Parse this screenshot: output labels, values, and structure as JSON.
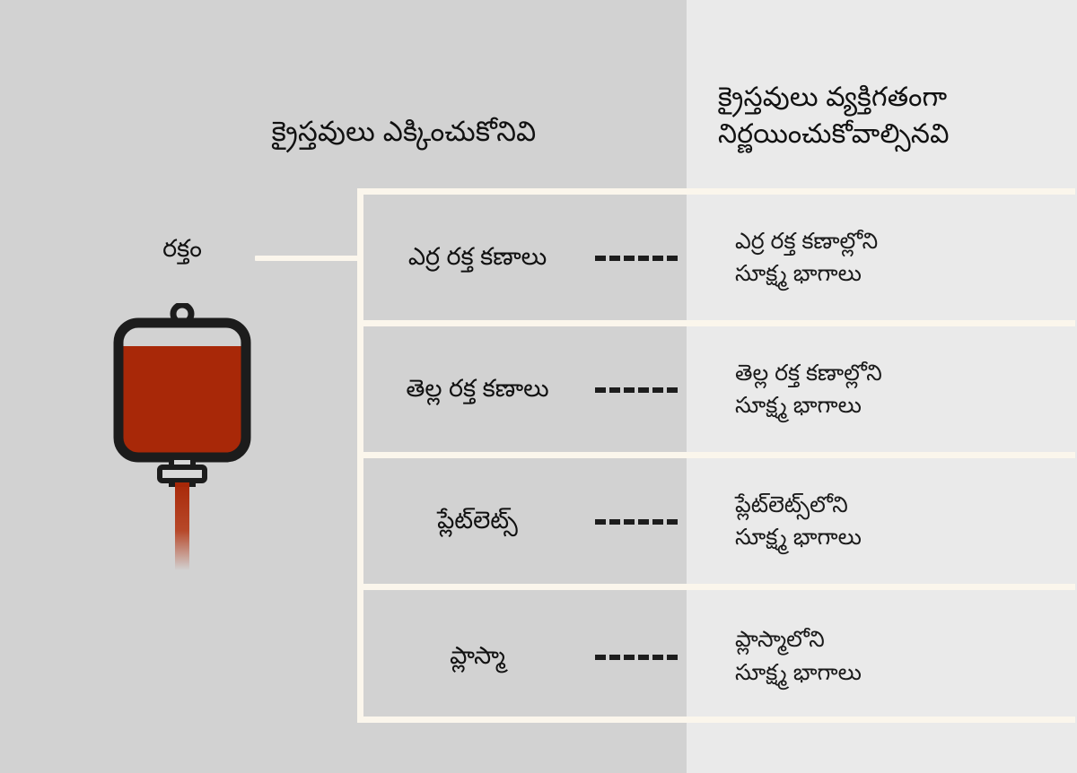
{
  "page": {
    "background_left_color": "#d2d2d2",
    "background_right_color": "#eaeaea",
    "frame_color": "#fbf6ec",
    "text_color": "#111111"
  },
  "headings": {
    "left": "క్రైస్తవులు ఎక్కించుకోనివి",
    "right_line1": "క్రైస్తవులు వ్యక్తిగతంగా",
    "right_line2": "నిర్ణయించుకోవాల్సినవి"
  },
  "source": {
    "label": "రక్తం",
    "icon": "blood-bag-icon",
    "blood_color": "#a82808",
    "outline_color": "#1c1c1c"
  },
  "rows": [
    {
      "component": "ఎర్ర రక్త కణాలు",
      "fraction_line1": "ఎర్ర రక్త కణాల్లోని",
      "fraction_line2": "సూక్ష్మ భాగాలు"
    },
    {
      "component": "తెల్ల రక్త కణాలు",
      "fraction_line1": "తెల్ల రక్త కణాల్లోని",
      "fraction_line2": "సూక్ష్మ భాగాలు"
    },
    {
      "component": "ప్లేట్‌లెట్స్",
      "fraction_line1": "ప్లేట్‌లెట్స్‌లోని",
      "fraction_line2": "సూక్ష్మ భాగాలు"
    },
    {
      "component": "ప్లాస్మా",
      "fraction_line1": "ప్లాస్మాలోని",
      "fraction_line2": "సూక్ష్మ భాగాలు"
    }
  ]
}
